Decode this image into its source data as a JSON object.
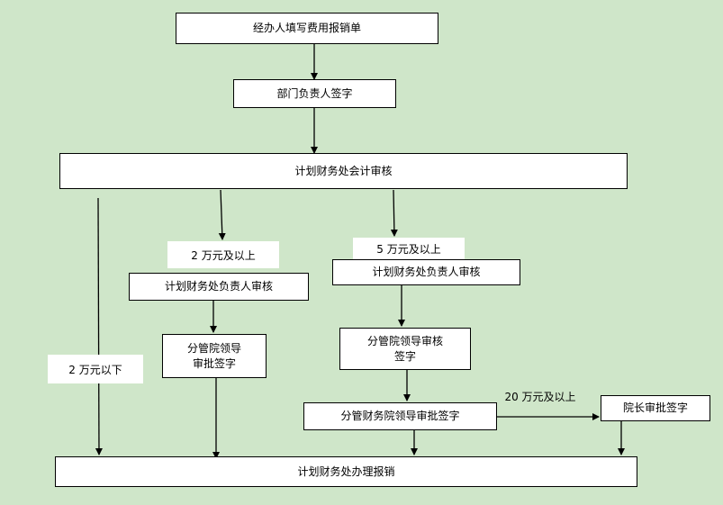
{
  "nodes": {
    "fill_form": "经办人填写费用报销单",
    "dept_head_sign": "部门负责人签字",
    "finance_audit": "计划财务处会计审核",
    "finance_head_review_a": "计划财务处负责人审核",
    "vice_leader_sign_a": "分管院领导\n审批签字",
    "finance_head_review_b": "计划财务处负责人审核",
    "vice_leader_review_b": "分管院领导审核\n签字",
    "finance_vice_leader_sign": "分管财务院领导审批签字",
    "president_sign": "院长审批签字",
    "process_reimbursement": "计划财务处办理报销"
  },
  "edge_labels": {
    "under_2w": "2 万元以下",
    "over_2w": "2 万元及以上",
    "over_5w": "5 万元及以上",
    "over_20w": "20 万元及以上"
  },
  "colors": {
    "background": "#cfe6c9",
    "box": "#ffffff",
    "line": "#000000"
  }
}
